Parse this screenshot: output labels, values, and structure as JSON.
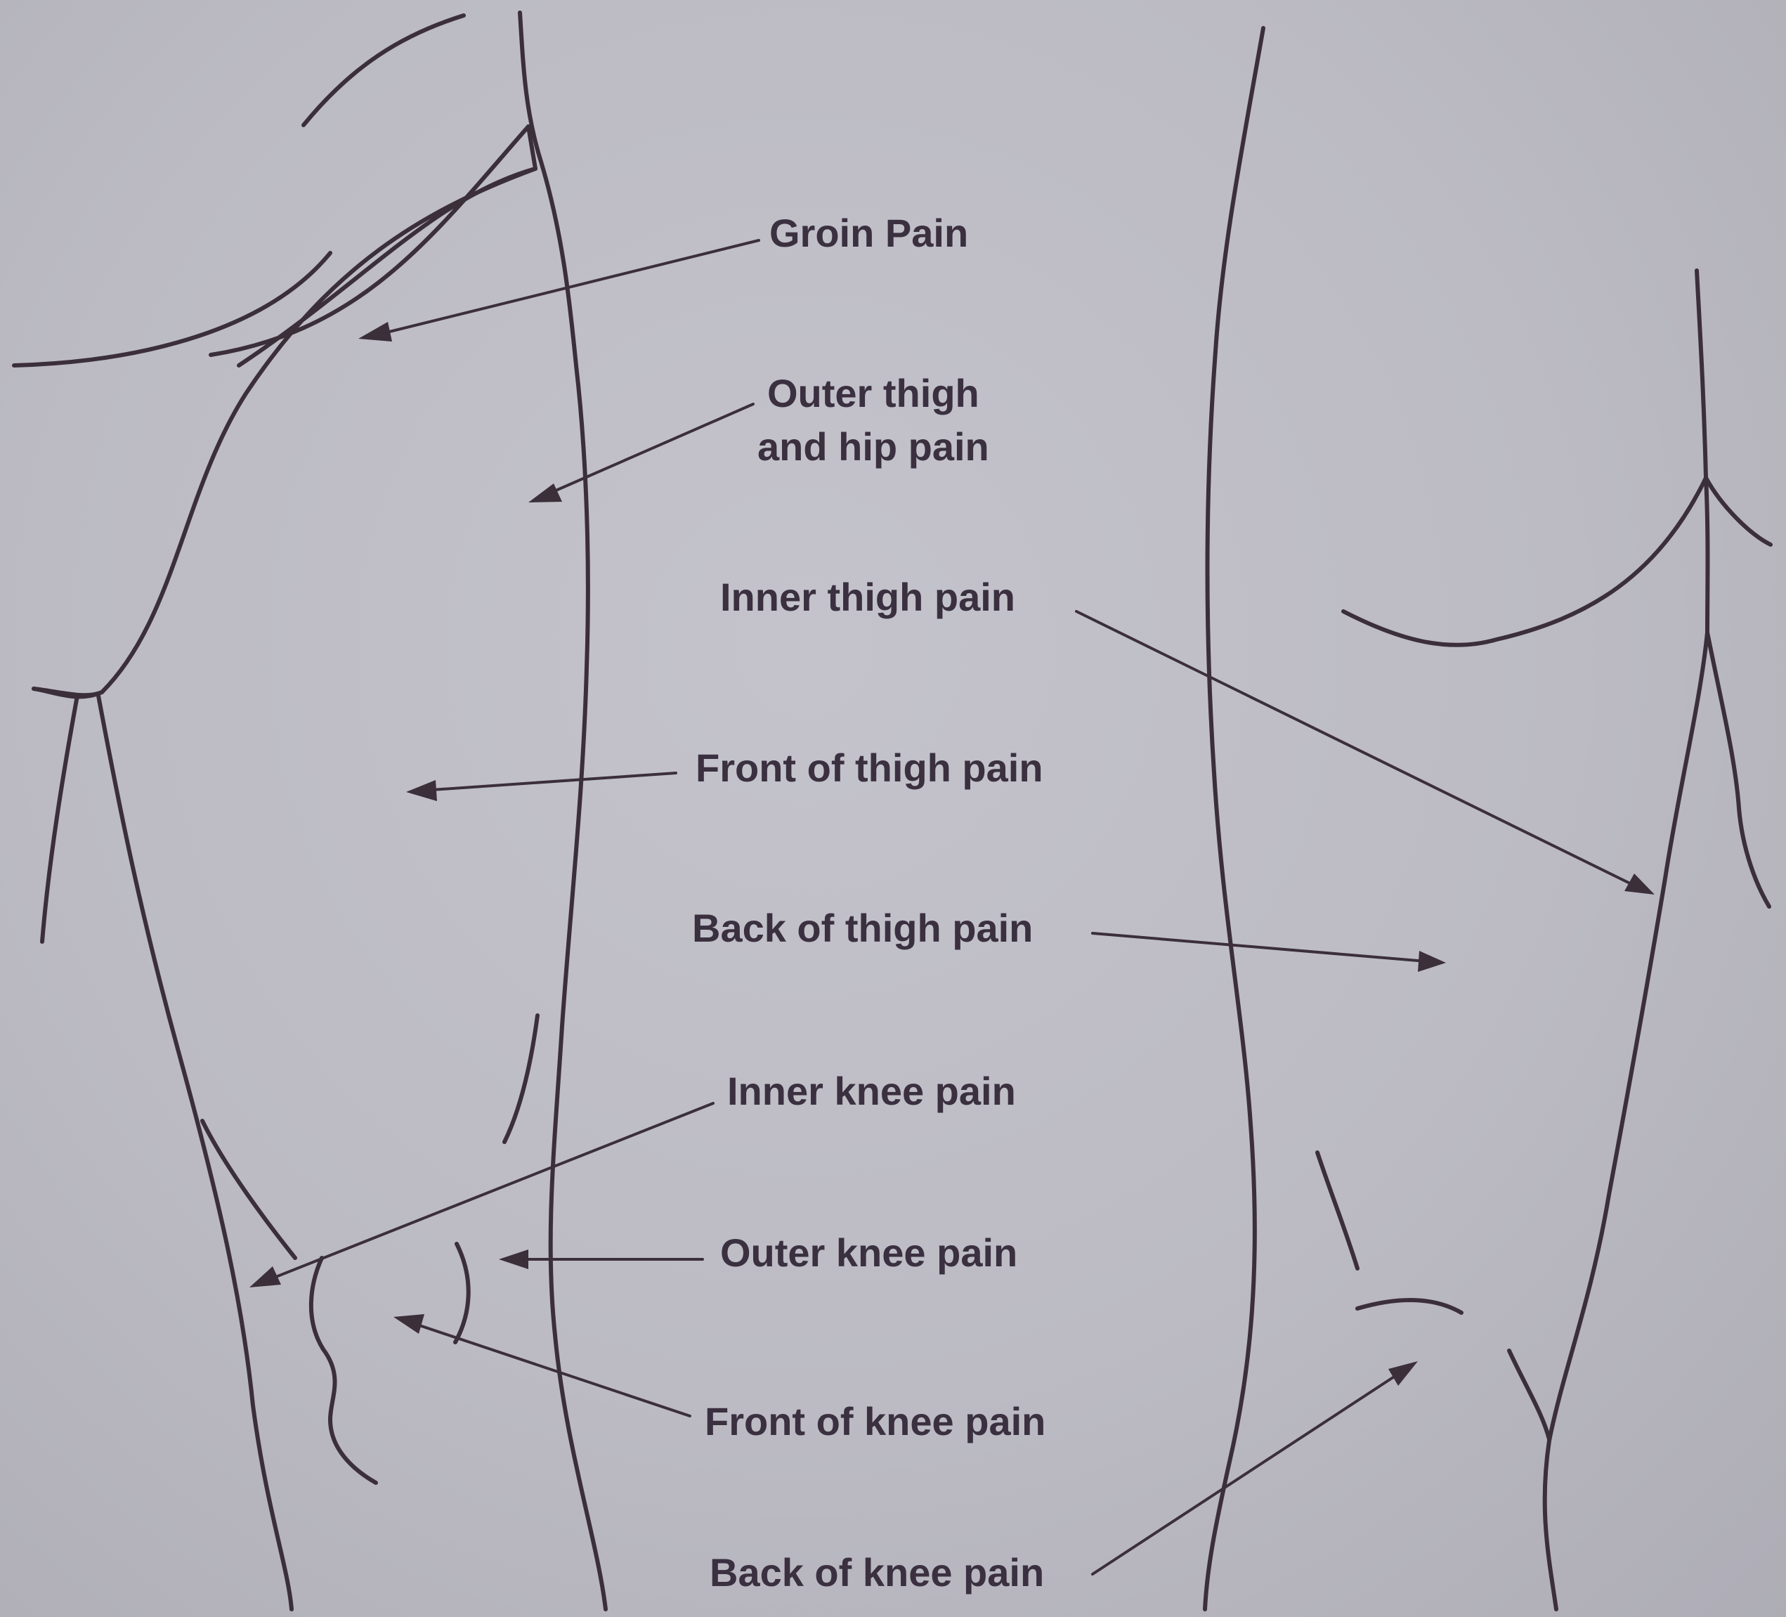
{
  "labels": {
    "groin": "Groin Pain",
    "outer_thigh_hip_line1": "Outer thigh",
    "outer_thigh_hip_line2": "and hip pain",
    "inner_thigh": "Inner thigh pain",
    "front_thigh": "Front of thigh pain",
    "back_thigh": "Back of thigh pain",
    "inner_knee": "Inner knee pain",
    "outer_knee": "Outer knee pain",
    "front_knee": "Front of knee pain",
    "back_knee": "Back of knee pain"
  },
  "colors": {
    "background": "#bcbbc3",
    "ink": "#3b2f3a",
    "text": "#3a3040"
  }
}
